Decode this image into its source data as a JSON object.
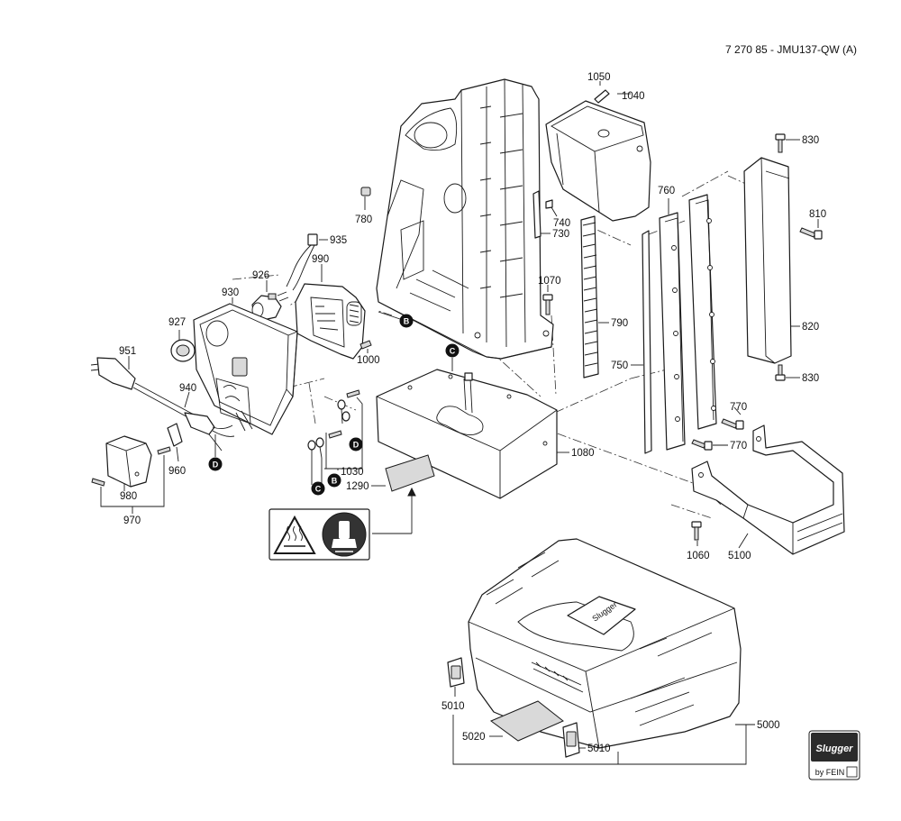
{
  "doc_number": "7 270 85 - JMU137-QW (A)",
  "labels": {
    "p1050": "1050",
    "p1040": "1040",
    "p830a": "830",
    "p830b": "830",
    "p810": "810",
    "p760": "760",
    "p780": "780",
    "p740": "740",
    "p730": "730",
    "p935": "935",
    "p926": "926",
    "p990": "990",
    "p930": "930",
    "p1070": "1070",
    "p790": "790",
    "p820": "820",
    "p927": "927",
    "p1000": "1000",
    "p951": "951",
    "p750": "750",
    "p940": "940",
    "p770a": "770",
    "p770b": "770",
    "p1080": "1080",
    "p960": "960",
    "p1030": "1030",
    "p1290": "1290",
    "p980": "980",
    "p970": "970",
    "p1060": "1060",
    "p5100": "5100",
    "p5010a": "5010",
    "p5010b": "5010",
    "p5020": "5020",
    "p5000": "5000"
  },
  "markers": {
    "b1": "B",
    "b2": "B",
    "c1": "C",
    "c2": "C",
    "d1": "D",
    "d2": "D"
  },
  "logo": {
    "brand": "Slugger",
    "sub": "by FEIN"
  },
  "case_badge": "Slugger",
  "icons": [
    "hot-surface-warning-icon",
    "magnetic-drill-icon"
  ]
}
